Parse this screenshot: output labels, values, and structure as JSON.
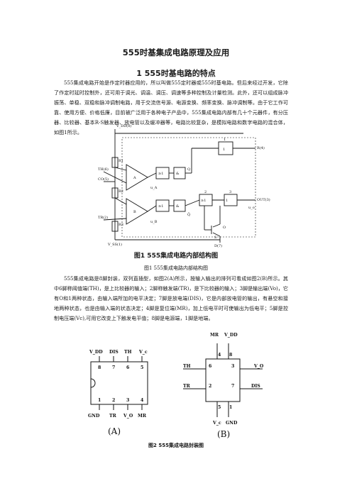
{
  "doc": {
    "title": "555时基集成电路原理及应用",
    "section_heading": "1    555时基电路的特点",
    "paragraph1": "555集成电路开始是作定时器应用的，所以叫做555定时器或555时基电路。但后来经过开发，它除了作定时延时控制外，还可用于调光、调温、调压、调速等多种控制及计量检测。此外，还可以组成脉冲振荡、单稳、双稳和脉冲调制电路，用于交流信号源、电源变换、频率变换、脉冲调制等。由于它工作可靠、使用方便、价格低廉，目前被广泛用于各种电子产品中，555集成电路内部有几十个元器件，有分压器、比较器、基本R-S触发器、放电管以及缓冲器等，电路比较复杂，是模拟电路和数字电路的混合体，如图1所示。",
    "figure1_label": "图1    555集成电路内部结构图",
    "figure1_caption": "图1 555集成电路内部结构图",
    "paragraph2": "555集成电路是8脚封装，双列直插型，如图2(A)所示，按输入输出的排列可看成如图2(B)所示。其中6脚称阈值端(TH)，是上比较器的输入；2脚称触发端(TR)，是下比较器的输入；3脚是输出端(Vo)，它有O和1两种状态，由输入端所加的电平决定；7脚是放电端(DIS)，它是内部放电管的输出，有悬空和接地两种状态，也是由输入端的状态决定；4脚是复位端(MR)，加上低电平时可使输出为低电平；5脚是控制电压端(Vc),可用它改变上下触发电平值；8脚是电源端，1脚是地端。",
    "figure2_caption": "图2 555集成电路封装图"
  },
  "figure1": {
    "vdd_label": "V_DD(8)",
    "th_label": "TH(6)",
    "co_label": "CO(5)",
    "tr_label": "TR(2)",
    "vss_label": "V_SS(1)",
    "r1": "R1",
    "r2": "R2",
    "r3": "R3",
    "comp_a": "A",
    "comp_b": "B",
    "gate_label": "≥1",
    "gate_amp": "&",
    "q_label": "Q",
    "qbar_label": "Q̄",
    "r_out": "R(4)",
    "out_label": "OUT(3)",
    "d_label": "D(7)",
    "uo_label": "u_o",
    "num1": "1",
    "num2": "2",
    "num3": "3",
    "num_o": "O",
    "s_label": "S",
    "ua": "u_A",
    "ub": "u_B"
  },
  "figure2": {
    "a": {
      "pins_top": [
        "V_DD",
        "DIS",
        "TH",
        "V_c"
      ],
      "nums_top": [
        "8",
        "7",
        "6",
        "5"
      ],
      "nums_bot": [
        "1",
        "2",
        "3",
        "4"
      ],
      "pins_bot": [
        "GND",
        "TR",
        "V_O",
        "MR"
      ],
      "caption": "(A)"
    },
    "b": {
      "top_labels": [
        "MR",
        "V_DD"
      ],
      "top_nums": [
        "4",
        "8"
      ],
      "th": "TH",
      "tr": "TR",
      "vo": "V_O",
      "dis": "DIS",
      "num_6": "6",
      "num_3": "3",
      "num_2": "2",
      "num_7": "7",
      "bot_nums": [
        "5",
        "1"
      ],
      "bot_labels": [
        "V_c",
        "GND"
      ],
      "caption": "(B)"
    }
  }
}
